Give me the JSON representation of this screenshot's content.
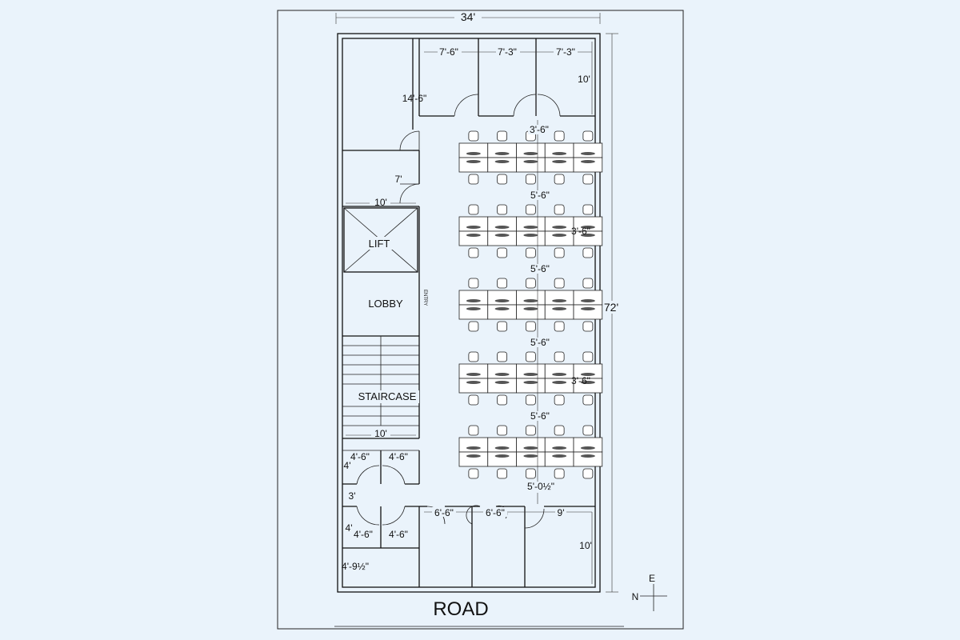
{
  "plan": {
    "overall_width": "34'",
    "overall_length": "72'",
    "road_label": "ROAD",
    "compass": {
      "north": "N",
      "east": "E"
    },
    "rooms": {
      "lift": "LIFT",
      "lobby": "LOBBY",
      "staircase": "STAIRCASE",
      "entry": "ENTRY"
    },
    "cabins_top": {
      "widths": [
        "7'-6\"",
        "7'-3\"",
        "7'-3\""
      ],
      "depth": "10'",
      "side": "14'-6\""
    },
    "left_block": {
      "corridor": "7'",
      "lift_width": "10'",
      "stair_width": "10'"
    },
    "toilets": {
      "upper_widths": [
        "4'-6\"",
        "4'-6\""
      ],
      "upper_depth": "4'",
      "passage": "3'",
      "lower_depth": "4'",
      "lower_widths": [
        "4'-6\"",
        "4'-6\""
      ],
      "bottom_depth": "4'-9½\""
    },
    "workstations": {
      "rows": 5,
      "desks_per_side": 5,
      "desk_depth": "3'-6\"",
      "aisle_gaps": [
        "5'-6\"",
        "5'-6\"",
        "5'-6\"",
        "5'-6\""
      ],
      "last_gap": "5'-0½\""
    },
    "cabins_bottom": {
      "widths": [
        "6'-6\"",
        "6'-6\"",
        "9'"
      ],
      "depth": "10'"
    }
  }
}
